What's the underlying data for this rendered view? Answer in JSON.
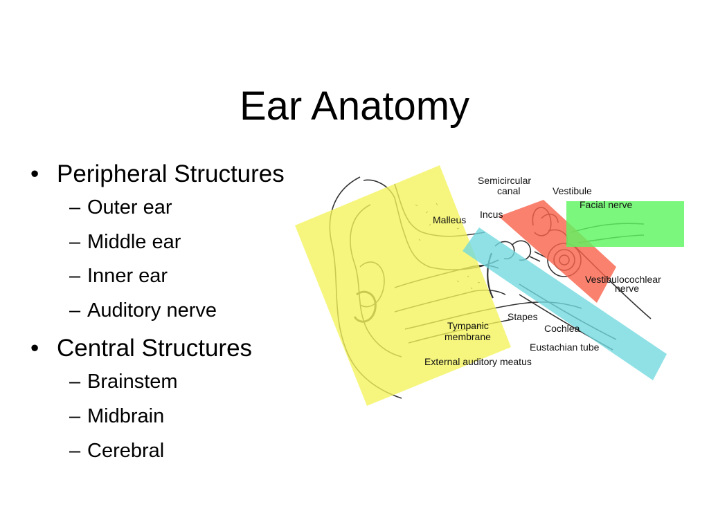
{
  "slide": {
    "title": "Ear Anatomy",
    "sections": [
      {
        "label": "Peripheral Structures",
        "items": [
          "Outer ear",
          "Middle ear",
          "Inner ear",
          "Auditory nerve"
        ]
      },
      {
        "label": "Central Structures",
        "items": [
          "Brainstem",
          "Midbrain",
          "Cerebral"
        ]
      }
    ]
  },
  "diagram": {
    "labels": {
      "semicircular_1": "Semicircular",
      "semicircular_2": "canal",
      "vestibule": "Vestibule",
      "incus": "Incus",
      "malleus": "Malleus",
      "facial_nerve": "Facial nerve",
      "vestibulocochlear_1": "Vestibulocochlear",
      "vestibulocochlear_2": "nerve",
      "tympanic_1": "Tympanic",
      "tympanic_2": "membrane",
      "stapes": "Stapes",
      "cochlea": "Cochlea",
      "eustachian": "Eustachian tube",
      "external_meatus": "External auditory meatus"
    },
    "highlight_colors": {
      "outer_ear": "#f4f45a",
      "middle_ear": "#6fd8df",
      "inner_ear": "#f7624a",
      "auditory_nerve": "#5ff560"
    }
  }
}
